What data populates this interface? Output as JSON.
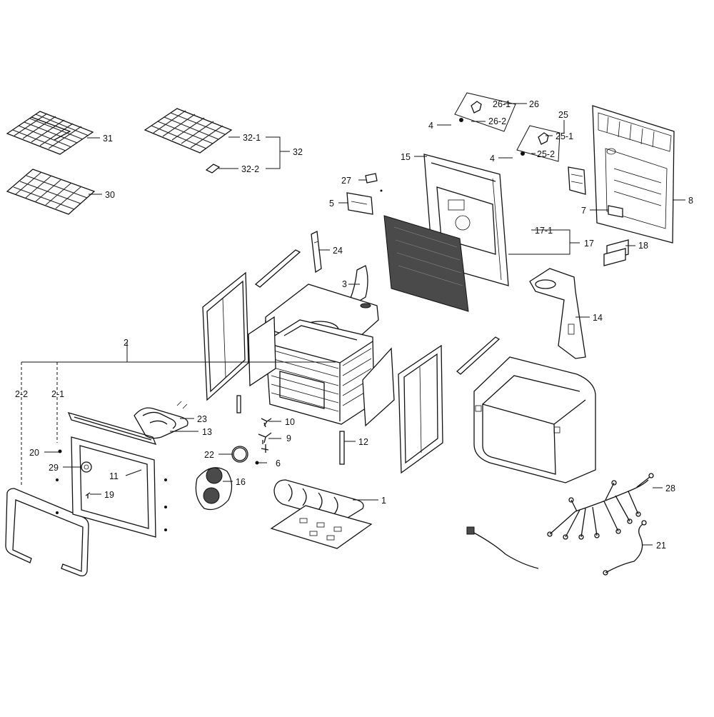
{
  "labels": {
    "l1": "1",
    "l2": "2",
    "l2_1": "2-1",
    "l2_2": "2-2",
    "l3": "3",
    "l4a": "4",
    "l4b": "4",
    "l5": "5",
    "l6": "6",
    "l7": "7",
    "l8": "8",
    "l9": "9",
    "l10": "10",
    "l11": "11",
    "l12": "12",
    "l13": "13",
    "l14": "14",
    "l15": "15",
    "l16": "16",
    "l17": "17",
    "l17_1": "17-1",
    "l18": "18",
    "l19": "19",
    "l20": "20",
    "l21": "21",
    "l22": "22",
    "l23": "23",
    "l24": "24",
    "l25": "25",
    "l25_1": "25-1",
    "l25_2": "25-2",
    "l26": "26",
    "l26_1": "26-1",
    "l26_2": "26-2",
    "l27": "27",
    "l28": "28",
    "l29": "29",
    "l30": "30",
    "l31": "31",
    "l32": "32",
    "l32_1": "32-1",
    "l32_2": "32-2"
  },
  "colors": {
    "ink": "#111111",
    "shade": "#4a4a4a",
    "paper": "#ffffff"
  }
}
